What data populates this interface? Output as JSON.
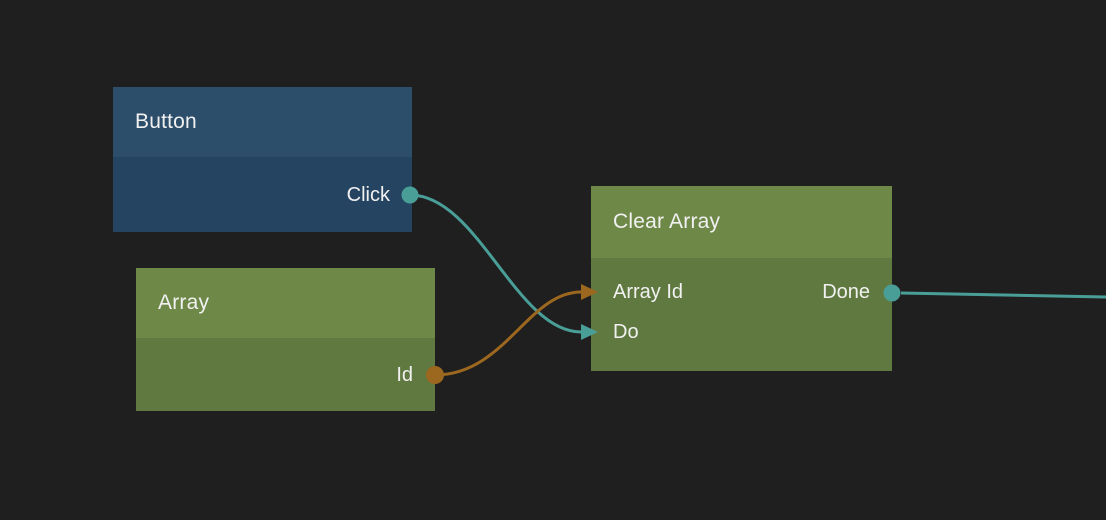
{
  "colors": {
    "background": "#1f1f1f",
    "text": "#f1f1f1",
    "exec_port": "#4a9e98",
    "data_port": "#9c671f",
    "event_header": "#2c4e6a",
    "event_body": "#254461",
    "action_header": "#6e8848",
    "action_body": "#607940"
  },
  "nodes": [
    {
      "title": "Button",
      "kind": "event",
      "inputs": [],
      "outputs": [
        {
          "label": "Click",
          "type": "exec"
        }
      ]
    },
    {
      "title": "Array",
      "kind": "action",
      "inputs": [],
      "outputs": [
        {
          "label": "Id",
          "type": "data"
        }
      ]
    },
    {
      "title": "Clear Array",
      "kind": "action",
      "inputs": [
        {
          "label": "Array Id",
          "type": "data"
        },
        {
          "label": "Do",
          "type": "exec"
        }
      ],
      "outputs": [
        {
          "label": "Done",
          "type": "exec"
        }
      ]
    }
  ],
  "connections": [
    {
      "from_node": "Button",
      "from_port": "Click",
      "to_node": "Clear Array",
      "to_port": "Do",
      "type": "exec"
    },
    {
      "from_node": "Array",
      "from_port": "Id",
      "to_node": "Clear Array",
      "to_port": "Array Id",
      "type": "data"
    },
    {
      "from_node": "Clear Array",
      "from_port": "Done",
      "to_node": "offscreen-right",
      "to_port": "",
      "type": "exec"
    }
  ]
}
